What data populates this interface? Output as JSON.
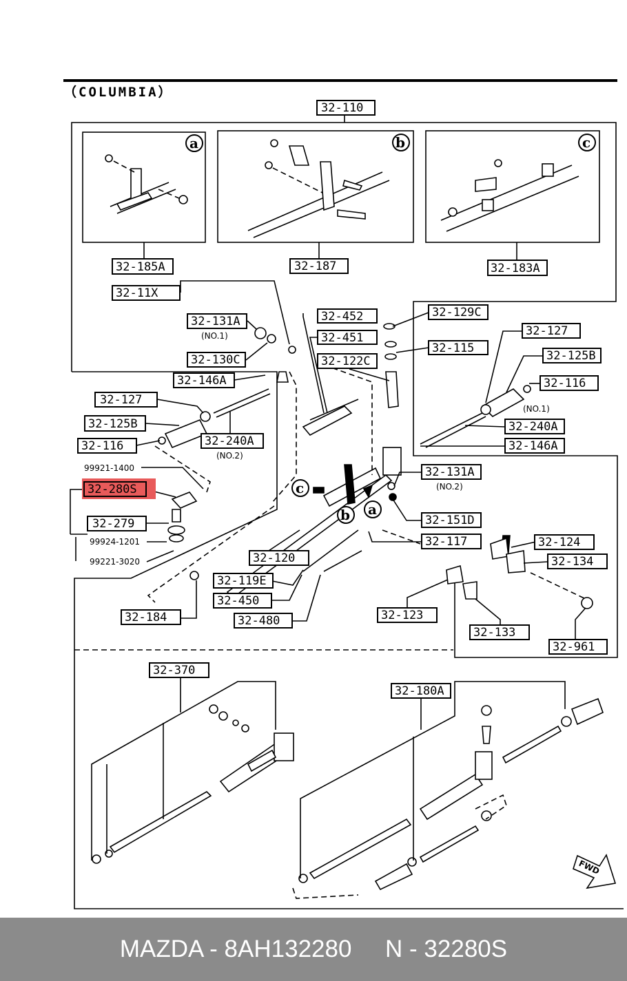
{
  "header": {
    "title": "（COLUMBIA）"
  },
  "labels": {
    "l110": "32-110",
    "l185a": "32-185A",
    "l187": "32-187",
    "l183a": "32-183A",
    "l11x": "32-11X",
    "l131a1": "32-131A",
    "no1a": "(NO.1)",
    "l130c": "32-130C",
    "l452": "32-452",
    "l451": "32-451",
    "l122c": "32-122C",
    "l129c": "32-129C",
    "l115": "32-115",
    "l127r": "32-127",
    "l125br": "32-125B",
    "l116r": "32-116",
    "no1b": "(NO.1)",
    "l240ar": "32-240A",
    "l146ar": "32-146A",
    "l146al": "32-146A",
    "l127l": "32-127",
    "l125bl": "32-125B",
    "l116l": "32-116",
    "l240al": "32-240A",
    "no2a": "(NO.2)",
    "p1400": "99921-1400",
    "l280s": "32-280S",
    "l279": "32-279",
    "p1201": "99924-1201",
    "p3020": "99221-3020",
    "l131a2": "32-131A",
    "no2b": "(NO.2)",
    "l151d": "32-151D",
    "l117": "32-117",
    "l120": "32-120",
    "l119e": "32-119E",
    "l450": "32-450",
    "l480": "32-480",
    "l184": "32-184",
    "l124": "32-124",
    "l134": "32-134",
    "l123": "32-123",
    "l133": "32-133",
    "l961": "32-961",
    "l370": "32-370",
    "l180a": "32-180A",
    "fwd": "FWD"
  },
  "callouts": {
    "a": "a",
    "b": "b",
    "c": "c"
  },
  "highlight_color": "#e85a5a",
  "footer": {
    "text": "MAZDA - 8AH132280     N - 32280S"
  }
}
